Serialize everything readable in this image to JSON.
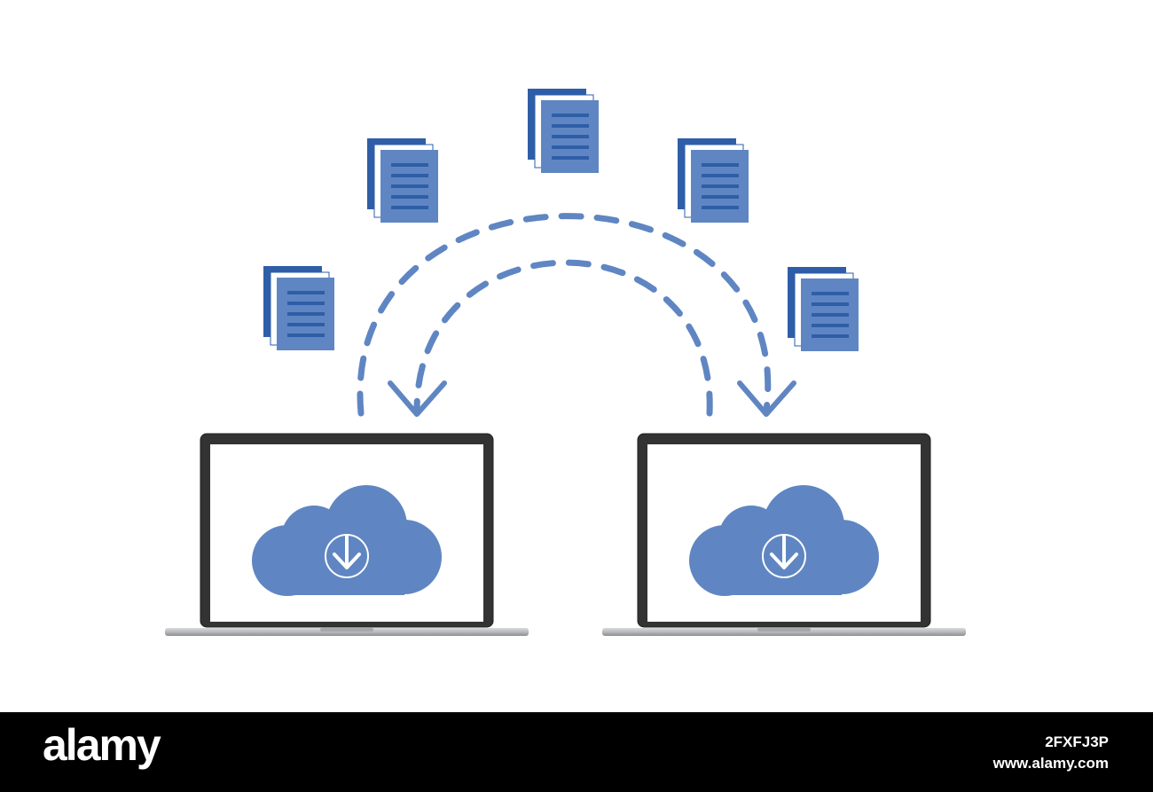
{
  "diagram": {
    "accent_color": "#5f86c2",
    "doc_dark_color": "#2e5ea8",
    "laptop_frame_color": "#333333",
    "icons": {
      "documents": "document-stack-icon",
      "cloud": "cloud-download-icon",
      "laptop": "laptop-icon",
      "arrow": "dashed-curved-arrow"
    },
    "document_count": 5,
    "laptop_count": 2
  },
  "watermark": {
    "brand": "alamy",
    "image_id": "2FXFJ3P",
    "url": "www.alamy.com",
    "bar_color": "#000000"
  }
}
